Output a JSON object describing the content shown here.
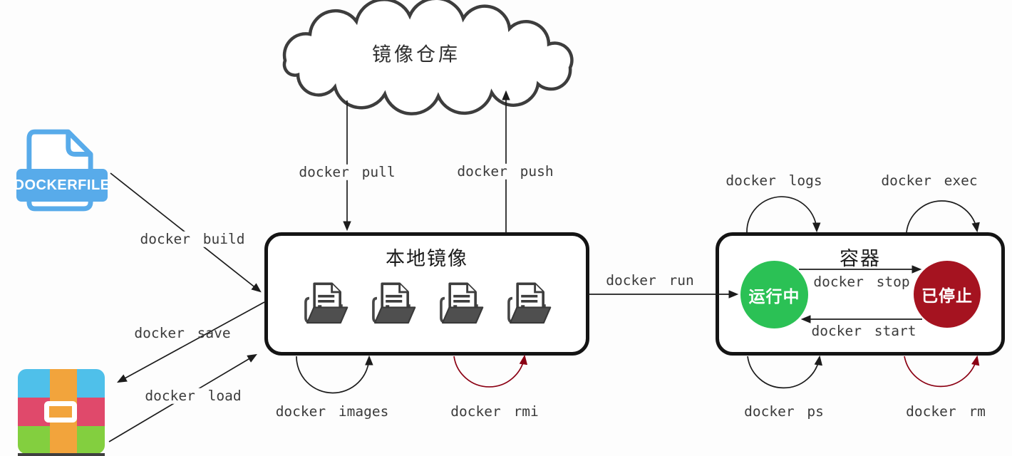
{
  "page": {
    "background": "#fdfdfd"
  },
  "cloud": {
    "label": "镜像仓库"
  },
  "dockerfile_icon": {
    "label": "DOCKERFILE",
    "color": "#58abea"
  },
  "archive_icon": {
    "top_color": "#4fc0ea",
    "middle_color": "#e0496b",
    "bottom_color": "#83cf3f",
    "strap_color": "#f2a43c"
  },
  "local_images_box": {
    "title": "本地镜像",
    "image_count": 4
  },
  "container_box": {
    "title": "容器",
    "states": [
      {
        "label": "运行中",
        "color": "#2bc155"
      },
      {
        "label": "已停止",
        "color": "#a51320"
      }
    ]
  },
  "commands": {
    "pull": "docker pull",
    "push": "docker push",
    "build": "docker build",
    "save": "docker save",
    "load": "docker load",
    "run": "docker run",
    "stop": "docker stop",
    "start": "docker start",
    "images": "docker images",
    "rmi": "docker rmi",
    "logs": "docker logs",
    "exec": "docker exec",
    "ps": "docker ps",
    "rm": "docker rm"
  },
  "colors": {
    "arrow": "#1c1c1c",
    "danger_arrow": "#8b0013",
    "box_border": "#141414",
    "label_text": "#3b3b3b"
  },
  "icons": {
    "cloud": "cloud-registry-icon",
    "dockerfile": "dockerfile-file-icon",
    "archive": "archive-tar-icon",
    "image": "image-folder-icon"
  }
}
